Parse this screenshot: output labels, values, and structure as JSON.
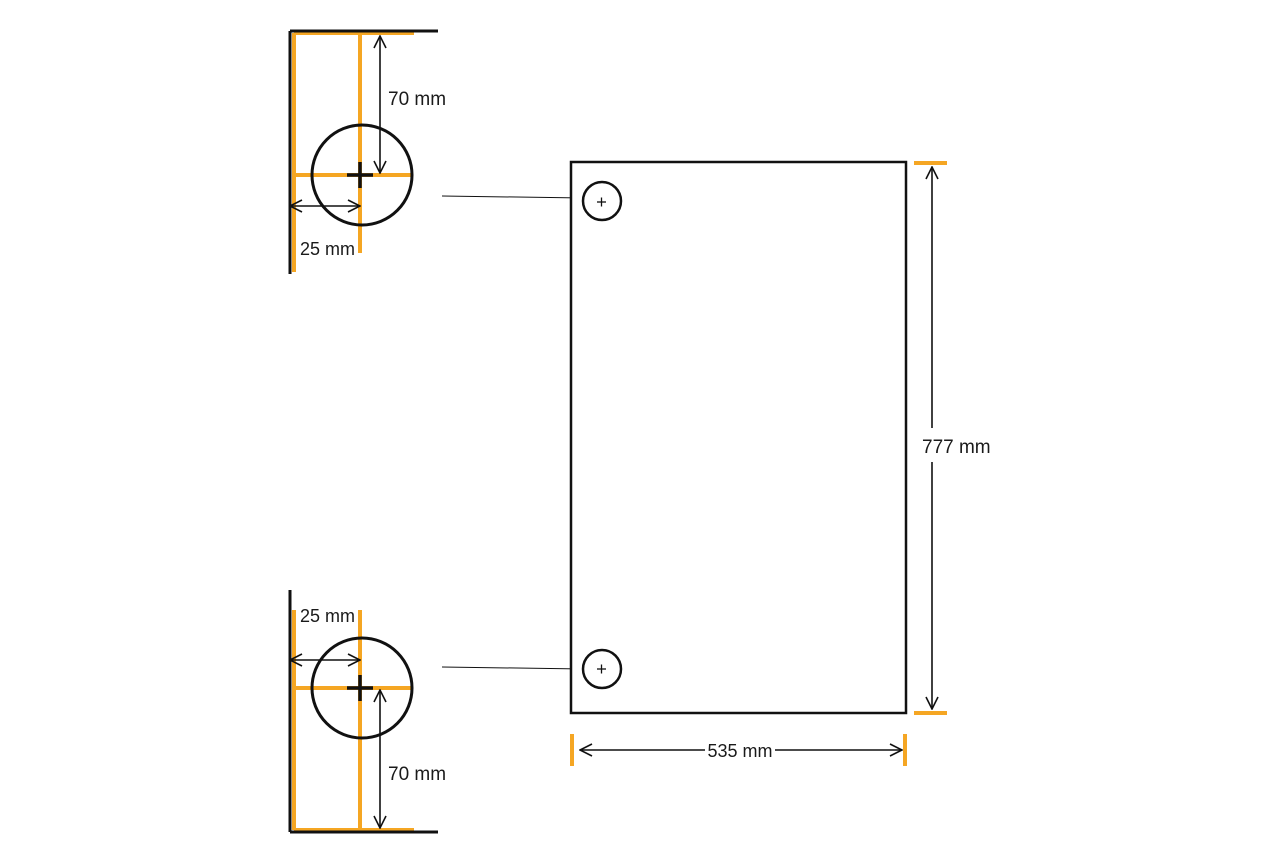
{
  "colors": {
    "accent": "#F5A623",
    "line": "#111111",
    "background": "#ffffff"
  },
  "details": {
    "top": {
      "vertical_label": "70 mm",
      "horizontal_label": "25 mm"
    },
    "bottom": {
      "vertical_label": "70 mm",
      "horizontal_label": "25 mm"
    }
  },
  "panel": {
    "height_label": "777 mm",
    "width_label": "535 mm"
  }
}
